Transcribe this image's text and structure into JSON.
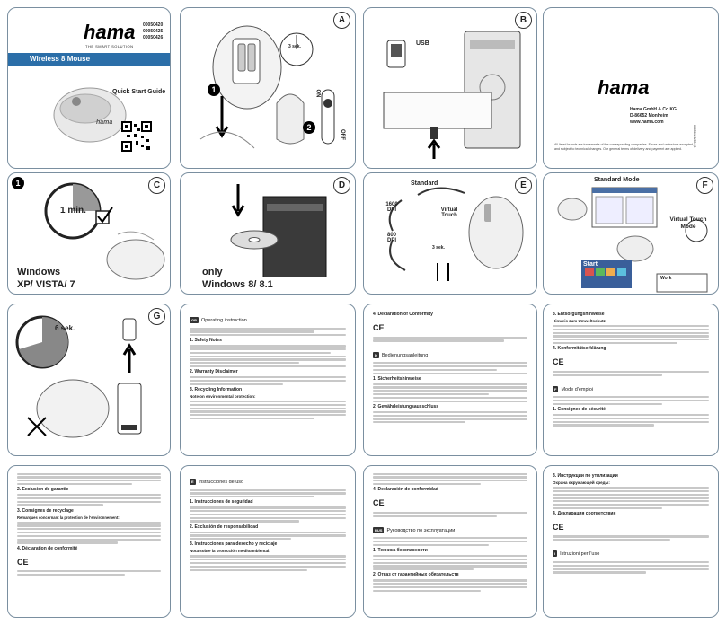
{
  "brand": {
    "logo": "hama",
    "tagline": "THE SMART SOLUTION",
    "codes": [
      "00050420",
      "00050425",
      "00050426"
    ]
  },
  "product": {
    "name": "Wireless 8 Mouse",
    "guide": "Quick Start Guide"
  },
  "contact": {
    "company": "Hama GmbH & Co KG",
    "address": "D-86652 Monheim",
    "web": "www.hama.com",
    "trademark": "All listed brands are trademarks of the corresponding companies. Errors and omissions excepted, and subject to technical changes. Our general terms of delivery and payment are applied.",
    "code": "00050420/05.13"
  },
  "panels": {
    "A": {
      "letter": "A",
      "num1": "1",
      "num2": "2",
      "time": "3 sek.",
      "on": "ON",
      "off": "OFF"
    },
    "B": {
      "letter": "B",
      "usb": "USB"
    },
    "C": {
      "letter": "C",
      "num1": "1",
      "time": "1 min.",
      "os1": "Windows",
      "os2": "XP/ VISTA/ 7"
    },
    "D": {
      "letter": "D",
      "os1": "only",
      "os2": "Windows 8/ 8.1"
    },
    "E": {
      "letter": "E",
      "standard": "Standard",
      "virtual": "Virtual Touch",
      "dpi1": "1600 DPI",
      "dpi2": "800 DPI",
      "time": "3 sek."
    },
    "F": {
      "letter": "F",
      "mode1": "Standard Mode",
      "mode2": "Virtual Touch Mode",
      "start": "Start",
      "work": "Work"
    },
    "G": {
      "letter": "G",
      "time": "6 sek."
    }
  },
  "instructions": {
    "gb": {
      "lang": "GB",
      "title": "Operating instruction",
      "h1": "1. Safety Notes",
      "h2": "2. Warranty Disclaimer",
      "h3": "3. Recycling Information",
      "h4": "Note on environmental protection:"
    },
    "gb2": {
      "h5": "4. Declaration of Conformity"
    },
    "d": {
      "lang": "D",
      "title": "Bedienungsanleitung",
      "h1": "1. Sicherheitshinweise",
      "h2": "2. Gewährleistungsausschluss"
    },
    "d2": {
      "h1": "3. Entsorgungshinweise",
      "h2": "Hinweis zum Umweltschutz:",
      "h3": "4. Konformitätserklärung"
    },
    "f": {
      "lang": "F",
      "title": "Mode d'emploi",
      "h1": "1. Consignes de sécurité"
    },
    "f2": {
      "h1": "2. Exclusion de garantie",
      "h2": "3. Consignes de recyclage",
      "h3": "Remarques concernant la protection de l'environnement:",
      "h4": "4. Déclaration de conformité"
    },
    "e": {
      "lang": "E",
      "title": "Instrucciones de uso",
      "h1": "1. Instrucciones de seguridad",
      "h2": "2. Exclusión de responsabilidad",
      "h3": "3. Instrucciones para desecho y reciclaje",
      "h4": "Nota sobre la protección medioambiental:"
    },
    "e2": {
      "h1": "4. Declaración de conformidad"
    },
    "rus": {
      "lang": "RUS",
      "title": "Руководство по эксплуатации",
      "h1": "1. Техника безопасности",
      "h2": "2. Отказ от гарантийных обязательств"
    },
    "rus2": {
      "h1": "3. Инструкции по утилизации",
      "h2": "Охрана окружающей среды:",
      "h3": "4. Декларация соответствия"
    },
    "i": {
      "lang": "I",
      "title": "Istruzioni per l'uso"
    }
  }
}
